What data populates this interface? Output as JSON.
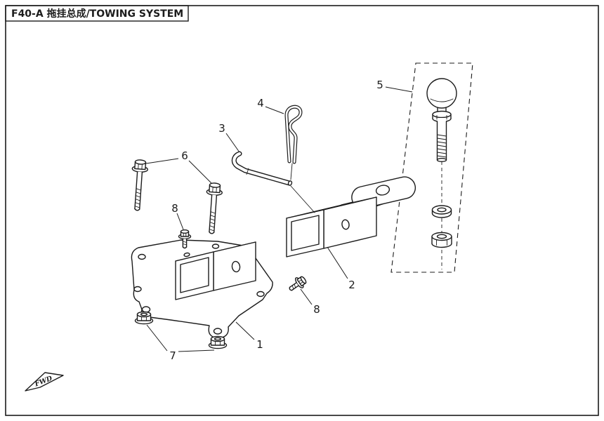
{
  "colors": {
    "line": "#1c1c1c",
    "background": "#ffffff"
  },
  "header": {
    "title": "F40-A 拖挂总成/TOWING SYSTEM"
  },
  "callouts": [
    {
      "label": "1"
    },
    {
      "label": "2"
    },
    {
      "label": "3"
    },
    {
      "label": "4"
    },
    {
      "label": "5"
    },
    {
      "label": "6"
    },
    {
      "label": "7"
    },
    {
      "label": "8"
    },
    {
      "label": "8"
    }
  ],
  "fwd": {
    "label": "FWD"
  }
}
